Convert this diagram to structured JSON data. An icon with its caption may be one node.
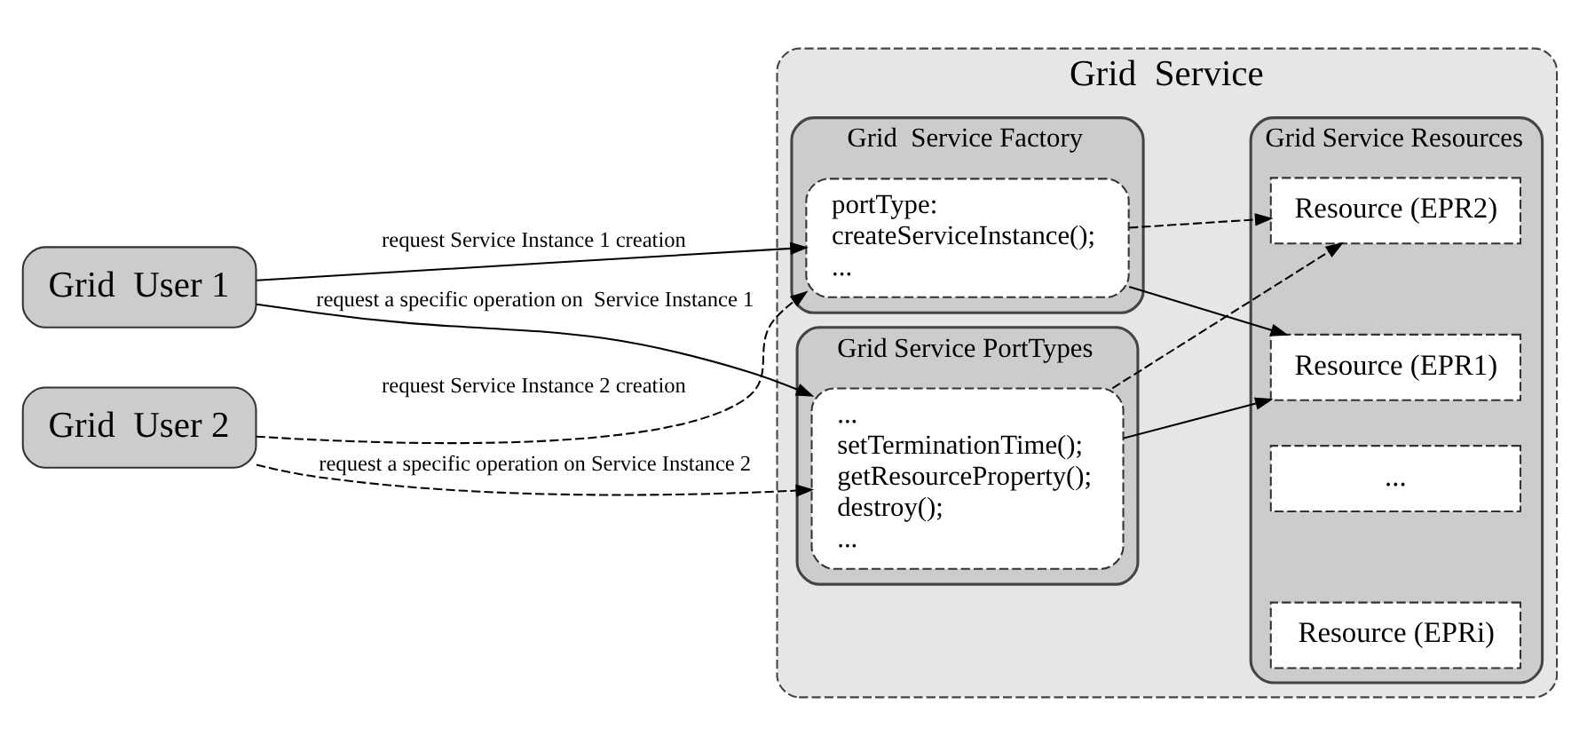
{
  "diagram": {
    "nodes": [
      {
        "text": [
          "Grid  User 1"
        ]
      },
      {
        "text": [
          "Grid  User 2"
        ]
      },
      {
        "text": [
          "Grid  Service"
        ]
      },
      {
        "text": [
          "Grid  Service Factory"
        ],
        "in": 2
      },
      {
        "text": [
          "portType:",
          "createServiceInstance();",
          "..."
        ],
        "in": 3
      },
      {
        "text": [
          "Grid Service PortTypes"
        ],
        "in": 2
      },
      {
        "text": [
          "...",
          "setTerminationTime();",
          "getResourceProperty();",
          "destroy();",
          "..."
        ],
        "in": 5
      },
      {
        "text": [
          "Grid Service Resources"
        ],
        "in": 2
      },
      {
        "text": [
          "Resource (EPR1)"
        ],
        "in": 7
      },
      {
        "text": [
          "Resource (EPR2)"
        ],
        "in": 7
      },
      {
        "text": [
          "..."
        ],
        "in": 7
      },
      {
        "text": [
          "Resource (EPRi)"
        ],
        "in": 7
      }
    ],
    "edges": [
      {
        "from": 0,
        "to": 4,
        "arrow": "to",
        "label": "request Service Instance 1 creation"
      },
      {
        "from": 0,
        "to": 6,
        "arrow": "to",
        "label": "request a specific operation on  Service Instance 1"
      },
      {
        "from": 1,
        "to": 4,
        "arrow": "to",
        "style": "dashed",
        "label": "request Service Instance 2 creation"
      },
      {
        "from": 1,
        "to": 6,
        "arrow": "to",
        "style": "dashed",
        "label": "request a specific operation on Service Instance 2"
      },
      {
        "from": 4,
        "to": 8,
        "arrow": "to"
      },
      {
        "from": 4,
        "to": 9,
        "arrow": "to",
        "style": "dashed"
      },
      {
        "from": 6,
        "to": 8,
        "arrow": "to"
      },
      {
        "from": 6,
        "to": 9,
        "arrow": "to",
        "style": "dashed"
      }
    ]
  }
}
